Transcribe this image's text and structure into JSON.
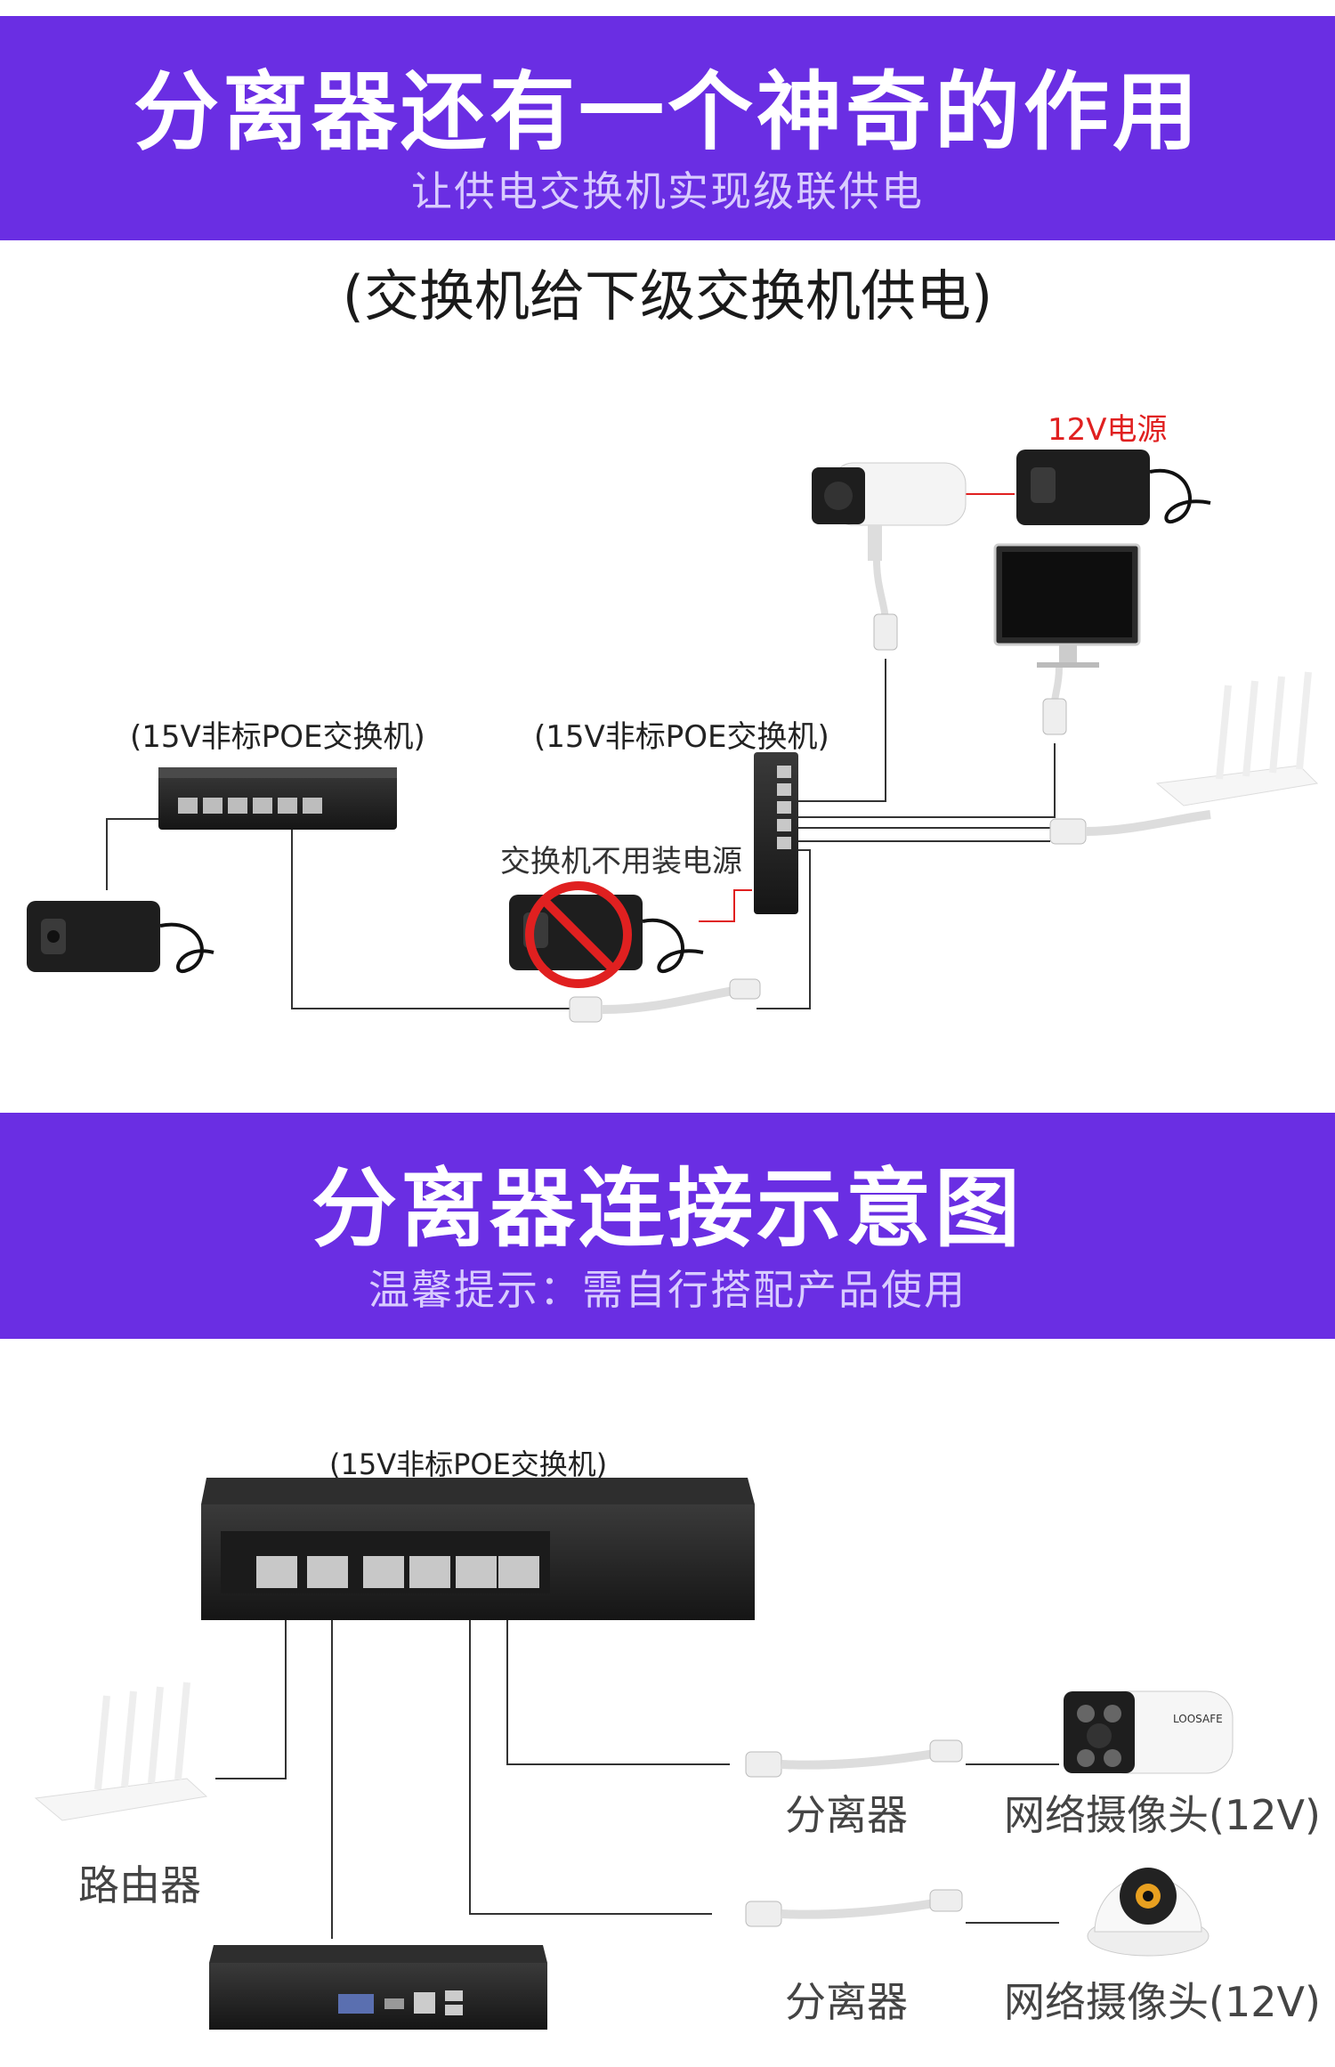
{
  "banner1": {
    "title": "分离器还有一个神奇的作用",
    "subtitle": "让供电交换机实现级联供电"
  },
  "section1": {
    "heading": "(交换机给下级交换机供电)",
    "switch_left_label": "(15V非标POE交换机)",
    "switch_right_label": "(15V非标POE交换机)",
    "power_label": "12V电源",
    "no_power_label": "交换机不用装电源"
  },
  "banner2": {
    "title": "分离器连接示意图",
    "subtitle": "温馨提示：需自行搭配产品使用"
  },
  "section2": {
    "switch_label": "(15V非标POE交换机)",
    "router_label": "路由器",
    "splitter1_label": "分离器",
    "camera1_label": "网络摄像头(12V)",
    "splitter2_label": "分离器",
    "camera2_label": "网络摄像头(12V)",
    "camera1_brand": "LOOSAFE"
  },
  "colors": {
    "banner": "#6a2ee3",
    "power_label": "#e02020",
    "prohibit": "#e02020"
  }
}
